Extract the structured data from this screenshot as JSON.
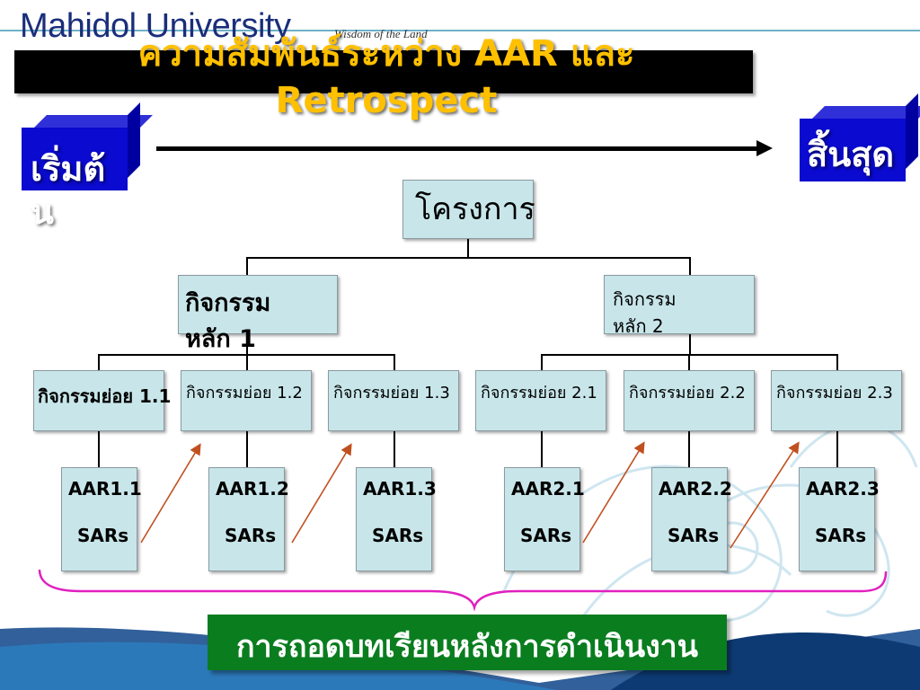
{
  "header": {
    "university": "Mahidol University",
    "motto": "Wisdom of the Land"
  },
  "slide": {
    "title": "ความสัมพันธ์ระหว่าง AAR และ Retrospect"
  },
  "timeline": {
    "start_label": "เริ่มต้น",
    "end_label": "สิ้นสุด"
  },
  "tree": {
    "root": "โครงการ",
    "main_activities": [
      "กิจกรรมหลัก 1",
      "กิจกรรมหลัก 2"
    ],
    "sub_activities": [
      "กิจกรรมย่อย 1.1",
      "กิจกรรมย่อย 1.2",
      "กิจกรรมย่อย 1.3",
      "กิจกรรมย่อย 2.1",
      "กิจกรรมย่อย 2.2",
      "กิจกรรมย่อย 2.3"
    ],
    "aar_boxes": [
      {
        "code": "AAR1.1",
        "sub": "SARs"
      },
      {
        "code": "AAR1.2",
        "sub": "SARs"
      },
      {
        "code": "AAR1.3",
        "sub": "SARs"
      },
      {
        "code": "AAR2.1",
        "sub": "SARs"
      },
      {
        "code": "AAR2.2",
        "sub": "SARs"
      },
      {
        "code": "AAR2.3",
        "sub": "SARs"
      }
    ]
  },
  "footer": {
    "label": "การถอดบทเรียนหลังการดำเนินงาน"
  },
  "colors": {
    "title": "#ffc000",
    "cube": "#0a0ad0",
    "node_fill": "#c8e6ea",
    "footer_fill": "#0a7d1f",
    "feedback_arrow": "#c0501f",
    "brace": "#e020c0"
  }
}
